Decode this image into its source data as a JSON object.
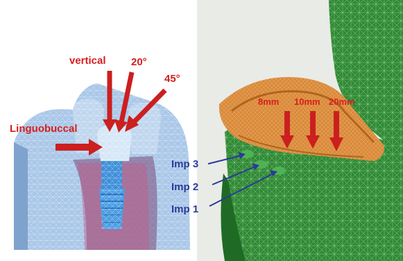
{
  "left": {
    "labels": {
      "vertical": "vertical",
      "twenty": "20°",
      "fortyfive": "45°",
      "linguobuccal": "Linguobuccal"
    }
  },
  "right": {
    "labels": {
      "d8": "8mm",
      "d10": "10mm",
      "d20": "20mm",
      "imp3": "Imp 3",
      "imp2": "Imp 2",
      "imp1": "Imp 1"
    }
  },
  "colors": {
    "arrow_red": "#cc1f1f",
    "implant_blue": "#2b3a9a",
    "mesh_green": "#2f8a34",
    "prosthesis_orange": "#d98a3a",
    "bone_blue": "#a9c7e8"
  }
}
